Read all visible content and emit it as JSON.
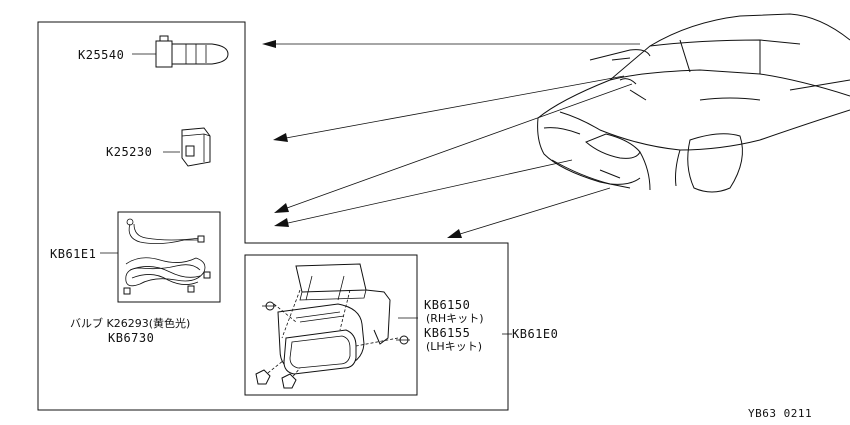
{
  "parts": {
    "switch": "K25540",
    "relay": "K25230",
    "harness_kit": "KB61E1",
    "bulb_label": "バルブ K26293(黄色光)",
    "bulb_alt": "KB6730",
    "lamp_rh": "KB6150",
    "rh_kit": "(RHキット)",
    "lamp_lh": "KB6155",
    "lh_kit": "(LHキット)",
    "lamp_kit": "KB61E0"
  },
  "figure_code": "YB63 0211"
}
